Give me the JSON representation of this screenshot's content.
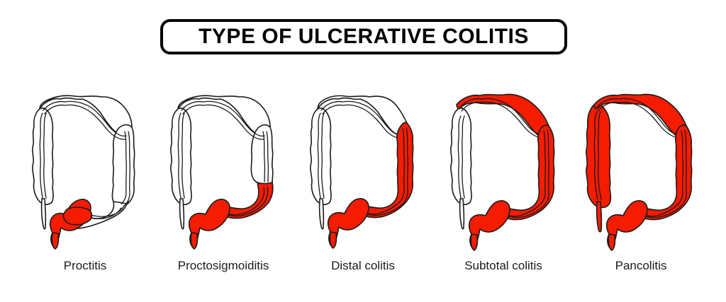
{
  "title": {
    "text": "TYPE OF ULCERATIVE COLITIS"
  },
  "colors": {
    "inflamed": "#F51C00",
    "healthy": "#FFFFFF",
    "outline": "#1A1A1A",
    "background": "#FFFFFF",
    "text": "#1A1A1A"
  },
  "diagrams": [
    {
      "label": "Proctitis",
      "icon": "large-intestine-icon",
      "inflamed_segments": [
        "rectum"
      ],
      "healthy_segments": [
        "cecum",
        "appendix",
        "ascending-colon",
        "hepatic-flexure",
        "transverse-colon",
        "splenic-flexure",
        "descending-colon",
        "sigmoid-colon"
      ]
    },
    {
      "label": "Proctosigmoiditis",
      "icon": "large-intestine-icon",
      "inflamed_segments": [
        "rectum",
        "sigmoid-colon"
      ],
      "healthy_segments": [
        "cecum",
        "appendix",
        "ascending-colon",
        "hepatic-flexure",
        "transverse-colon",
        "splenic-flexure",
        "descending-colon"
      ]
    },
    {
      "label": "Distal colitis",
      "icon": "large-intestine-icon",
      "inflamed_segments": [
        "rectum",
        "sigmoid-colon",
        "descending-colon",
        "splenic-flexure"
      ],
      "healthy_segments": [
        "cecum",
        "appendix",
        "ascending-colon",
        "hepatic-flexure",
        "transverse-colon"
      ]
    },
    {
      "label": "Subtotal colitis",
      "icon": "large-intestine-icon",
      "inflamed_segments": [
        "rectum",
        "sigmoid-colon",
        "descending-colon",
        "splenic-flexure",
        "transverse-colon",
        "hepatic-flexure"
      ],
      "healthy_segments": [
        "cecum",
        "appendix",
        "ascending-colon"
      ]
    },
    {
      "label": "Pancolitis",
      "icon": "large-intestine-icon",
      "inflamed_segments": [
        "rectum",
        "sigmoid-colon",
        "descending-colon",
        "splenic-flexure",
        "transverse-colon",
        "hepatic-flexure",
        "ascending-colon",
        "cecum",
        "appendix"
      ],
      "healthy_segments": []
    }
  ]
}
